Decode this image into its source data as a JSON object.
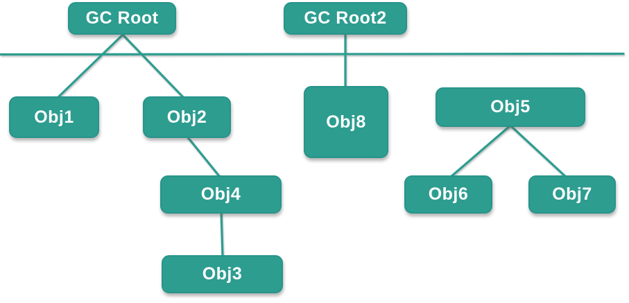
{
  "colors": {
    "node_fill": "#2D9D90",
    "node_border": "#27948A",
    "node_text": "#FFFFFF",
    "edge": "#2D9D90",
    "background": "#FFFFFF"
  },
  "diagram": {
    "type": "tree",
    "nodes": {
      "gc_root": {
        "label": "GC Root"
      },
      "gc_root2": {
        "label": "GC Root2"
      },
      "obj1": {
        "label": "Obj1"
      },
      "obj2": {
        "label": "Obj2"
      },
      "obj3": {
        "label": "Obj3"
      },
      "obj4": {
        "label": "Obj4"
      },
      "obj5": {
        "label": "Obj5"
      },
      "obj6": {
        "label": "Obj6"
      },
      "obj7": {
        "label": "Obj7"
      },
      "obj8": {
        "label": "Obj8"
      }
    },
    "edges": [
      {
        "from": "GC Root",
        "to": "Obj1"
      },
      {
        "from": "GC Root",
        "to": "Obj2"
      },
      {
        "from": "GC Root2",
        "to": "Obj8"
      },
      {
        "from": "Obj2",
        "to": "Obj4"
      },
      {
        "from": "Obj4",
        "to": "Obj3"
      },
      {
        "from": "Obj5",
        "to": "Obj6"
      },
      {
        "from": "Obj5",
        "to": "Obj7"
      }
    ],
    "divider": {
      "description": "horizontal line spanning full width below the GC root boxes"
    }
  }
}
